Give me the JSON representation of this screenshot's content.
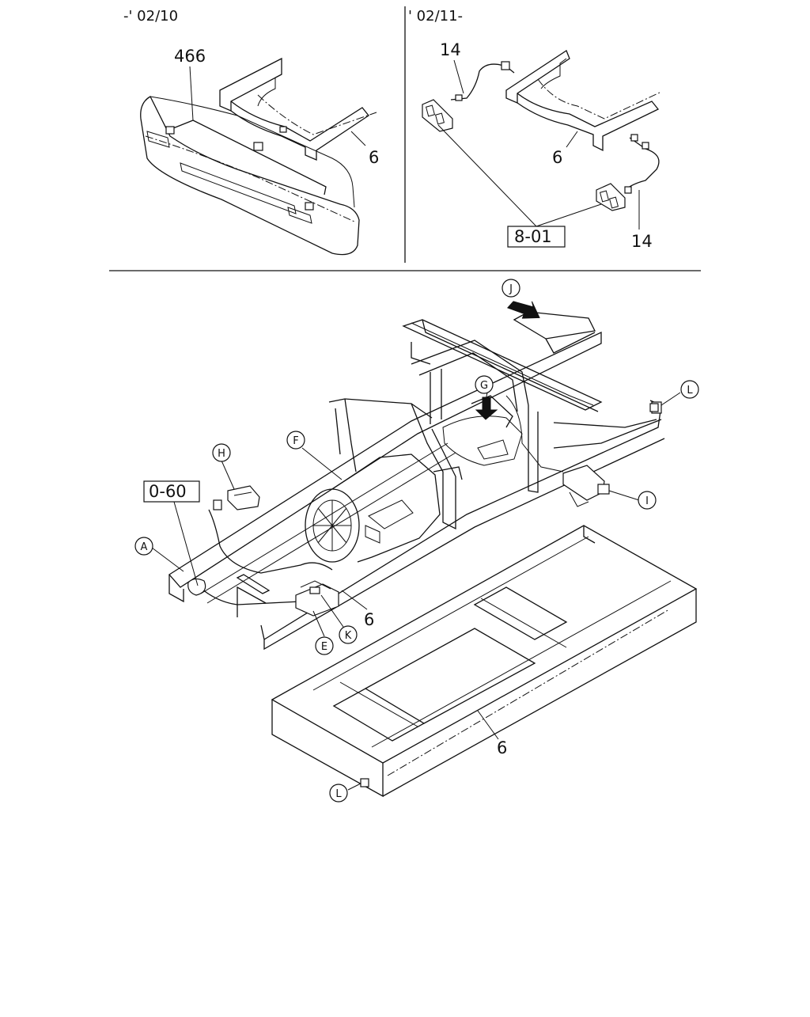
{
  "panels": {
    "left_caption": "-' 02/10",
    "right_caption": "' 02/11-"
  },
  "labels": {
    "num_466": "466",
    "num_6": "6",
    "num_14": "14",
    "ref_8_01": "8-01",
    "ref_0_60": "0-60"
  },
  "callouts": {
    "A": "A",
    "E": "E",
    "F": "F",
    "G": "G",
    "H": "H",
    "I": "I",
    "J": "J",
    "K": "K",
    "L": "L"
  },
  "colors": {
    "line": "#111111",
    "background": "#ffffff"
  }
}
